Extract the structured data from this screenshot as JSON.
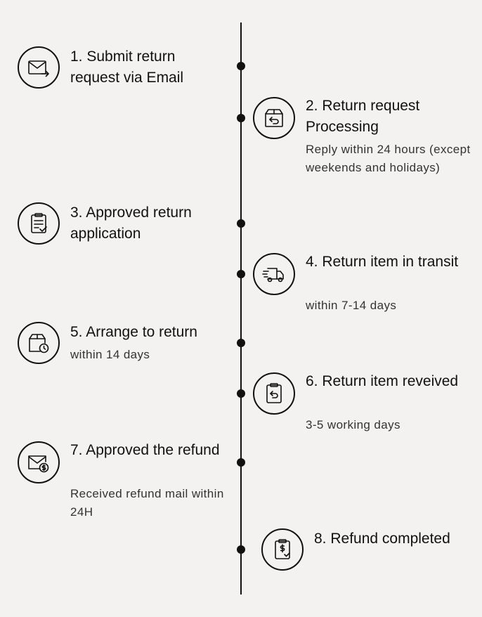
{
  "steps": [
    {
      "title": "1. Submit return request via Email",
      "desc": "",
      "icon": "email-send-icon"
    },
    {
      "title": "2. Return request Processing",
      "desc": "Reply within 24 hours (except weekends and holidays)",
      "icon": "box-return-icon"
    },
    {
      "title": "3. Approved return application",
      "desc": "",
      "icon": "clipboard-check-icon"
    },
    {
      "title": "4. Return item in transit",
      "desc": "within 7-14 days",
      "icon": "delivery-truck-icon"
    },
    {
      "title": "5. Arrange to return",
      "desc": "within 14 days",
      "icon": "box-clock-icon"
    },
    {
      "title": "6. Return item reveived",
      "desc": "3-5 working days",
      "icon": "clipboard-return-icon"
    },
    {
      "title": "7. Approved the refund",
      "desc": "Received refund mail within 24H",
      "icon": "email-dollar-icon"
    },
    {
      "title": "8. Refund completed",
      "desc": "",
      "icon": "clipboard-dollar-icon"
    }
  ],
  "colors": {
    "background": "#f3f2f0",
    "ink": "#111111"
  }
}
